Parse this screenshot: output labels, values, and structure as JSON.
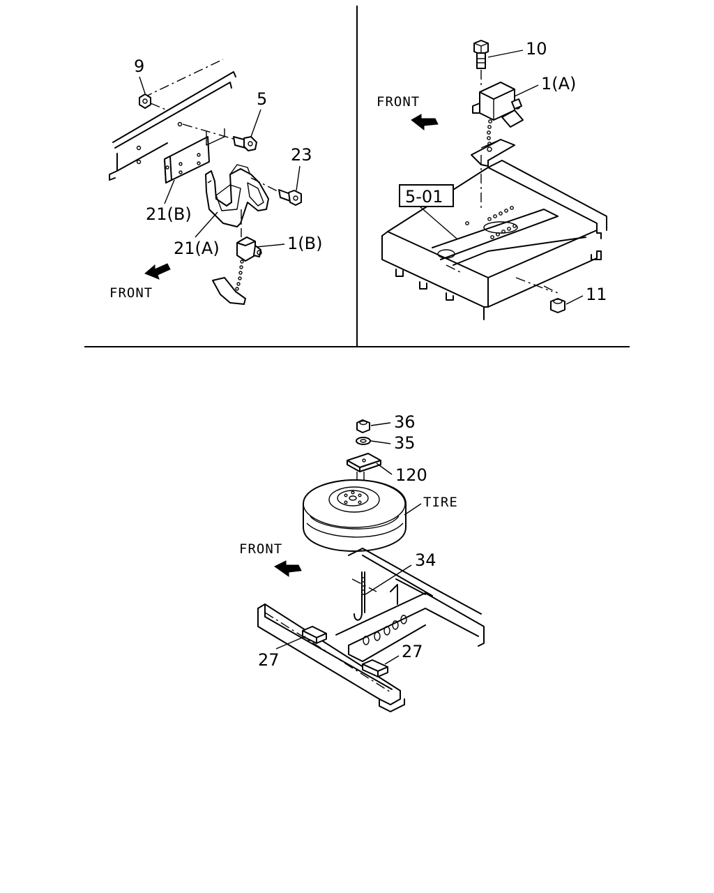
{
  "panels": {
    "top_left": {
      "front": "FRONT",
      "callouts": {
        "c9": "9",
        "c5": "5",
        "c23": "23",
        "c21b": "21(B)",
        "c21a": "21(A)",
        "c1b": "1(B)"
      }
    },
    "top_right": {
      "front": "FRONT",
      "ref_box": "5-01",
      "callouts": {
        "c10": "10",
        "c1a": "1(A)",
        "c11": "11"
      }
    },
    "bottom": {
      "front": "FRONT",
      "tire": "TIRE",
      "callouts": {
        "c36": "36",
        "c35": "35",
        "c120": "120",
        "c34": "34",
        "c27a": "27",
        "c27b": "27"
      }
    }
  }
}
